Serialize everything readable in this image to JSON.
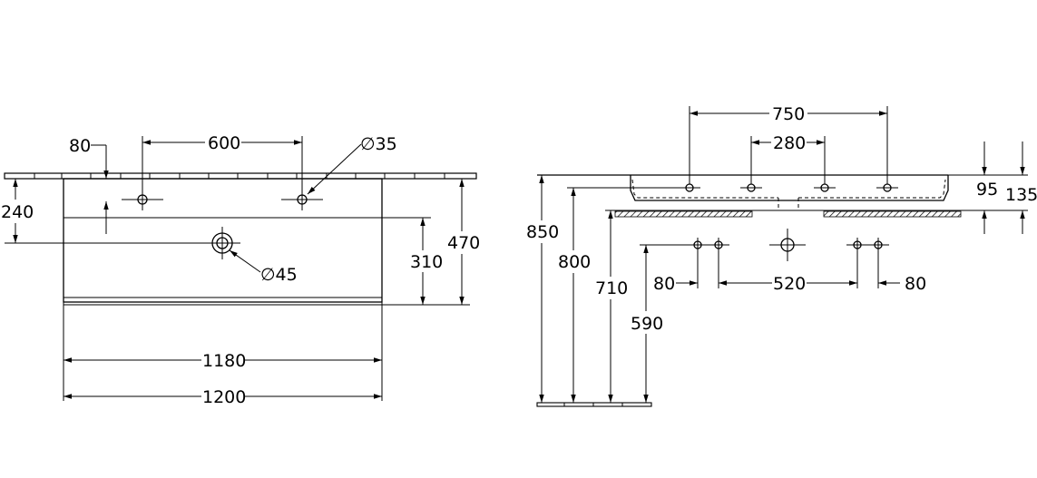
{
  "front_view": {
    "dim_80": "80",
    "dim_600": "600",
    "dim_35": "∅35",
    "dim_240": "240",
    "dim_45": "∅45",
    "dim_310": "310",
    "dim_470": "470",
    "dim_1180": "1180",
    "dim_1200": "1200"
  },
  "side_view": {
    "dim_750": "750",
    "dim_280": "280",
    "dim_95": "95",
    "dim_135": "135",
    "dim_850": "850",
    "dim_800": "800",
    "dim_710": "710",
    "dim_590": "590",
    "dim_80_left": "80",
    "dim_520": "520",
    "dim_80_right": "80"
  }
}
